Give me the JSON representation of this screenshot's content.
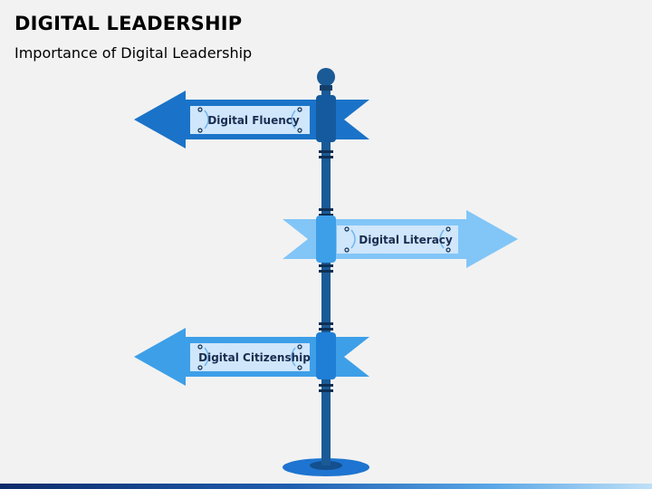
{
  "header": {
    "title": "DIGITAL LEADERSHIP",
    "subtitle": "Importance of Digital Leadership"
  },
  "signs": [
    {
      "label": "Digital Fluency",
      "direction": "left",
      "color": "#1a73c8"
    },
    {
      "label": "Digital Literacy",
      "direction": "right",
      "color": "#82c5f7"
    },
    {
      "label": "Digital Citizenship",
      "direction": "left",
      "color": "#3d9fe8"
    }
  ],
  "colors": {
    "pole": "#1a5a96",
    "pole_dark": "#143f6b",
    "label_panel": "#cfe6fb",
    "base": "#1e74d0"
  }
}
